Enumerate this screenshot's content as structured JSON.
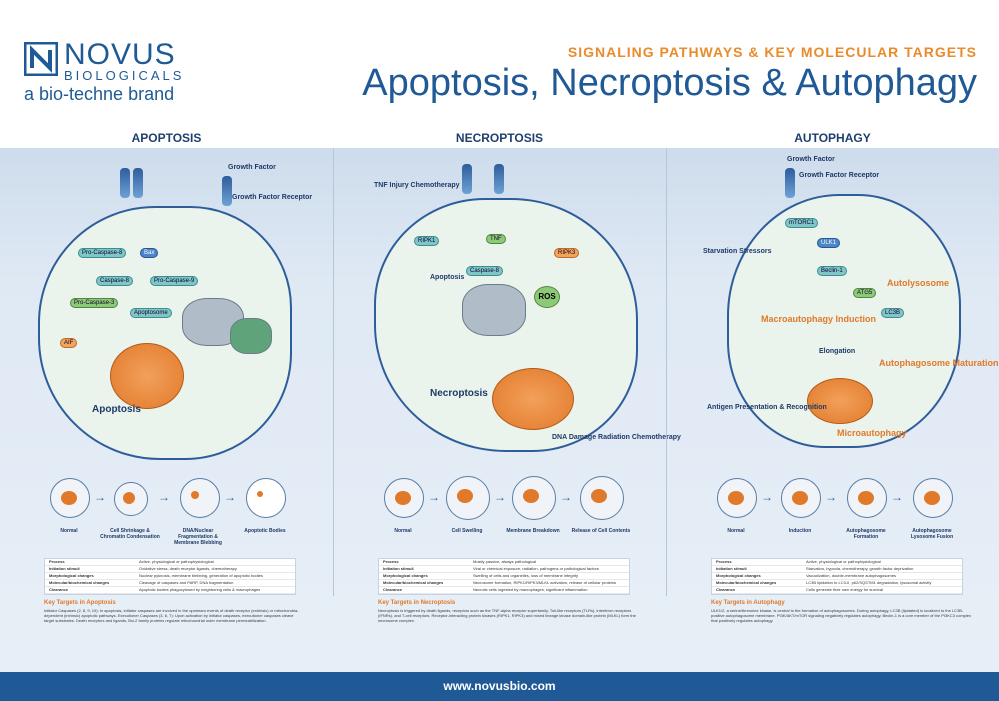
{
  "brand": {
    "name": "NOVUS",
    "sub": "BIOLOGICALS",
    "tagline": "a bio-techne brand"
  },
  "header": {
    "subtitle": "SIGNALING PATHWAYS & KEY MOLECULAR TARGETS",
    "title": "Apoptosis, Necroptosis & Autophagy"
  },
  "colors": {
    "primary": "#1f5a96",
    "accent": "#e98b2b",
    "cell_border": "#2e5d9c",
    "nucleus": "#e07a2a",
    "node": "#7fc6c7"
  },
  "sections": [
    {
      "title": "APOPTOSIS",
      "labels": [
        "Apoptosis",
        "Growth Factor",
        "Growth Factor Receptor"
      ],
      "stages": [
        "Normal",
        "Cell Shrinkage & Chromatin Condensation",
        "DNA/Nuclear Fragmentation & Membrane Blebbing",
        "Apoptotic Bodies"
      ],
      "table": [
        [
          "Process",
          "Active, physiological or pathophysiological"
        ],
        [
          "Initiation stimuli",
          "Oxidative stress, death receptor ligands, chemotherapy"
        ],
        [
          "Morphological changes",
          "Nuclear pyknosis, membrane blebbing, generation of apoptotic bodies"
        ],
        [
          "Molecular/biochemical changes",
          "Cleavage of caspases and PARP, DNA fragmentation"
        ],
        [
          "Clearance",
          "Apoptotic bodies phagocytosed by neighboring cells & macrophages"
        ]
      ],
      "targets_title": "Key Targets in Apoptosis",
      "targets_body": "Initiator Caspases (2, 8, 9, 10): In apoptosis, initiator caspases are involved in the upstream events of death receptor (extrinsic) or mitochondria-dependent (intrinsic) apoptotic pathways. Executioner Caspases (3, 6, 7): Upon activation by initiator caspases, executioner caspases cleave target substrates. Death receptors and ligands, Bcl-2 family proteins regulate mitochondrial outer membrane permeabilization."
    },
    {
      "title": "NECROPTOSIS",
      "labels": [
        "Necroptosis",
        "ROS",
        "Apoptosis",
        "DNA Damage Radiation Chemotherapy",
        "TNF Injury Chemotherapy"
      ],
      "stages": [
        "Normal",
        "Cell Swelling",
        "Membrane Breakdown",
        "Release of Cell Contents"
      ],
      "table": [
        [
          "Process",
          "Mostly passive, always pathological"
        ],
        [
          "Initiation stimuli",
          "Viral or chemical exposure, radiation, pathogens or pathological factors"
        ],
        [
          "Morphological changes",
          "Swelling of cells and organelles, loss of membrane integrity"
        ],
        [
          "Molecular/biochemical changes",
          "Necrosome formation, RIPK1/RIPK3/MLKL activation, release of cellular proteins"
        ],
        [
          "Clearance",
          "Necrotic cells ingested by macrophages, significant inflammation"
        ]
      ],
      "targets_title": "Key Targets in Necroptosis",
      "targets_body": "Necroptosis is triggered by death ligands, receptors such as the TNF-alpha receptor superfamily, Toll-like receptors (TLRs), interferon receptors (IFNRs), and T-cell receptors. Receptor-interacting protein kinases (RIPK1, RIPK3) and mixed lineage kinase domain-like protein (MLKL) form the necrosome complex."
    },
    {
      "title": "AUTOPHAGY",
      "labels": [
        "Macroautophagy Induction",
        "Elongation",
        "Autophagosome Maturation",
        "Microautophagy",
        "Autolysosome",
        "Antigen Presentation & Recognition",
        "Growth Factor",
        "Growth Factor Receptor",
        "Starvation Stressors"
      ],
      "stages": [
        "Normal",
        "Induction",
        "Autophagosome Formation",
        "Autophagosome Lysosome Fusion"
      ],
      "table": [
        [
          "Process",
          "Active, physiological or pathophysiological"
        ],
        [
          "Initiation stimuli",
          "Starvation, hypoxia, chemotherapy, growth factor deprivation"
        ],
        [
          "Morphological changes",
          "Vacuolization, double-membrane autophagosomes"
        ],
        [
          "Molecular/biochemical changes",
          "LC3B lipidation to LC3-II, p62/SQSTM1 degradation, lysosomal activity"
        ],
        [
          "Clearance",
          "Cells generate their own energy for survival"
        ]
      ],
      "targets_title": "Key Targets in Autophagy",
      "targets_body": "ULK1/2, a serine/threonine kinase, is central to the formation of autophagosomes. During autophagy, LC3B (lipidated) is localized to the LC3B-positive autophagosome membrane. PI3K/AKT/mTOR signaling negatively regulates autophagy. Beclin-1 is a core member of the PI3KC3 complex that positively regulates autophagy."
    }
  ],
  "footer": {
    "url": "www.novusbio.com"
  }
}
